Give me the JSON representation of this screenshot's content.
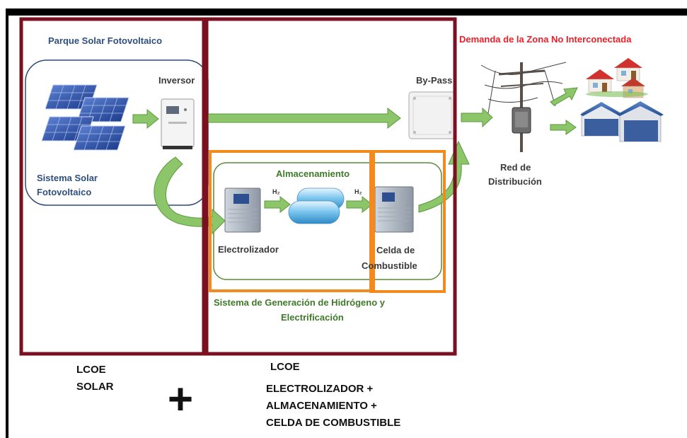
{
  "solar_park": {
    "title": "Parque Solar Fotovoltaico",
    "system_label_1": "Sistema Solar",
    "system_label_2": "Fotovoltaico"
  },
  "inverter": {
    "label": "Inversor"
  },
  "bypass": {
    "label": "By-Pass"
  },
  "demand": {
    "title": "Demanda de la Zona No Interconectada",
    "title_color": "#e8202a"
  },
  "grid": {
    "label_1": "Red de",
    "label_2": "Distribución"
  },
  "storage": {
    "title": "Almacenamiento",
    "h2_left": "H₂",
    "h2_right": "H₂",
    "electrolyzer_label": "Electrolizador",
    "fuel_cell_label_1": "Celda de",
    "fuel_cell_label_2": "Combustible"
  },
  "hydrogen_system": {
    "title_1": "Sistema de Generación de Hidrógeno y",
    "title_2": "Electrificación"
  },
  "lcoe_solar": {
    "line_1": "LCOE",
    "line_2": "SOLAR"
  },
  "plus_sign": "+",
  "lcoe_storage": {
    "line_1": "LCOE",
    "line_2": "ELECTROLIZADOR +",
    "line_3": "ALMACENAMIENTO +",
    "line_4": "CELDA DE COMBUSTIBLE"
  },
  "colors": {
    "maroon_frame": "#7a1020",
    "orange_frame": "#f28a20",
    "arrow_green": "#8cc56a",
    "label_blue": "#2f4f7f",
    "label_green": "#3f7a2a"
  }
}
